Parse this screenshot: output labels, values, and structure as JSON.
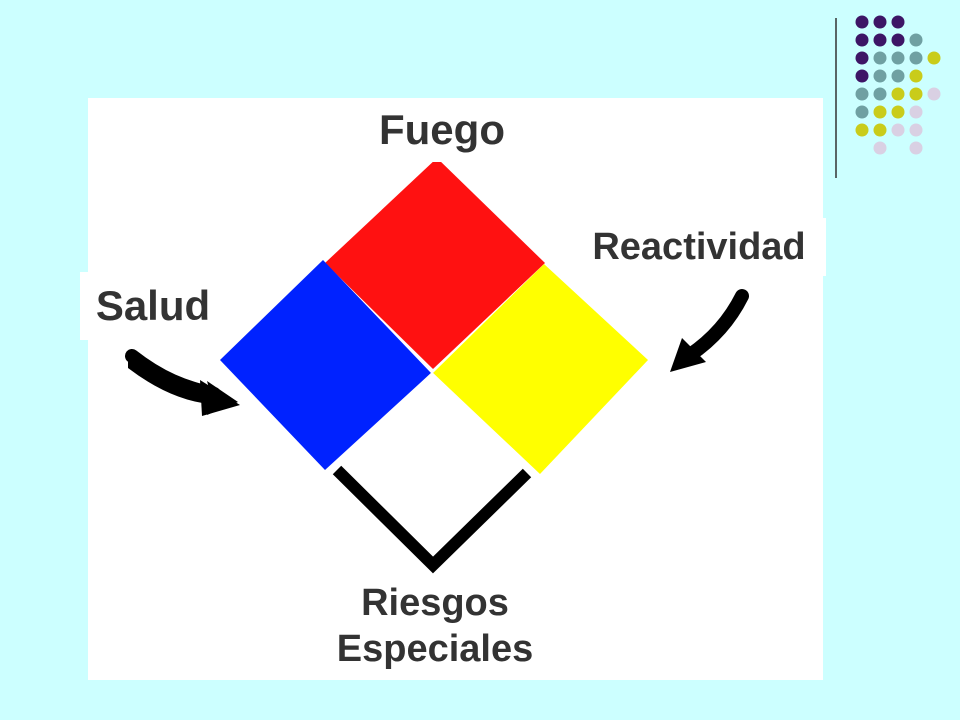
{
  "labels": {
    "fire": "Fuego",
    "reactivity": "Reactividad",
    "health": "Salud",
    "special_line1": "Riesgos",
    "special_line2": "Especiales"
  },
  "colors": {
    "background": "#ccffff",
    "panel": "#ffffff",
    "fire": "#ff1111",
    "health": "#0022ff",
    "reactivity": "#ffff00",
    "special": "#ffffff",
    "outline": "#000000",
    "text": "#333333",
    "dot_purple": "#3d1566",
    "dot_teal": "#6fa0a2",
    "dot_olive": "#c9cc1a",
    "dot_lavender": "#d9d0e3",
    "divider": "#333333"
  },
  "dot_grid": [
    [
      "purple",
      "purple",
      "purple",
      "none",
      "none"
    ],
    [
      "purple",
      "purple",
      "purple",
      "teal",
      "none"
    ],
    [
      "purple",
      "teal",
      "teal",
      "teal",
      "olive"
    ],
    [
      "purple",
      "teal",
      "teal",
      "olive",
      "none"
    ],
    [
      "teal",
      "teal",
      "olive",
      "olive",
      "lavender"
    ],
    [
      "teal",
      "olive",
      "olive",
      "lavender",
      "none"
    ],
    [
      "olive",
      "olive",
      "lavender",
      "lavender",
      "none"
    ],
    [
      "none",
      "lavender",
      "none",
      "lavender",
      "none"
    ]
  ]
}
